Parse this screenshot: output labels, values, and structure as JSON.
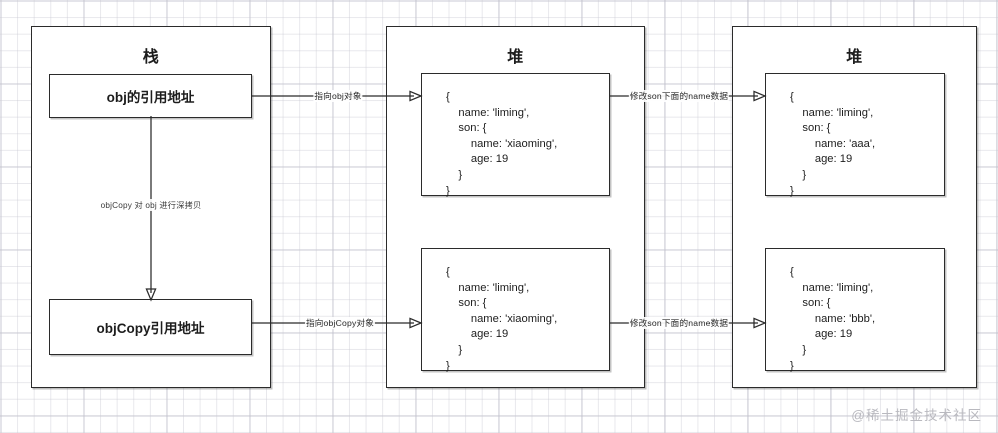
{
  "diagram": {
    "title_stack": "栈",
    "title_heap": "堆",
    "watermark": "@稀土掘金技术社区"
  },
  "stack": {
    "region_title": "栈",
    "boxes": [
      {
        "label": "obj的引用地址"
      },
      {
        "label": "objCopy引用地址"
      }
    ],
    "internal_edge_label": "objCopy 对 obj 进行深拷贝"
  },
  "heap_original": {
    "region_title": "堆",
    "blocks": [
      {
        "code": "{\n    name: 'liming',\n    son: {\n        name: 'xiaoming',\n        age: 19\n    }\n}"
      },
      {
        "code": "{\n    name: 'liming',\n    son: {\n        name: 'xiaoming',\n        age: 19\n    }\n}"
      }
    ]
  },
  "heap_modified": {
    "region_title": "堆",
    "blocks": [
      {
        "code": "{\n    name: 'liming',\n    son: {\n        name: 'aaa',\n        age: 19\n    }\n}"
      },
      {
        "code": "{\n    name: 'liming',\n    son: {\n        name: 'bbb',\n        age: 19\n    }\n}"
      }
    ]
  },
  "edges": {
    "obj_to_heap": "指向obj对象",
    "objcopy_to_heap": "指向objCopy对象",
    "modify_son_top": "修改son下面的name数据",
    "modify_son_bottom": "修改son下面的name数据"
  },
  "colors": {
    "stroke": "#2b2b2b",
    "background": "#ffffff",
    "grid_minor": "#c8c8d2",
    "grid_major": "#aaaab9",
    "watermark": "#b9b9bf"
  }
}
